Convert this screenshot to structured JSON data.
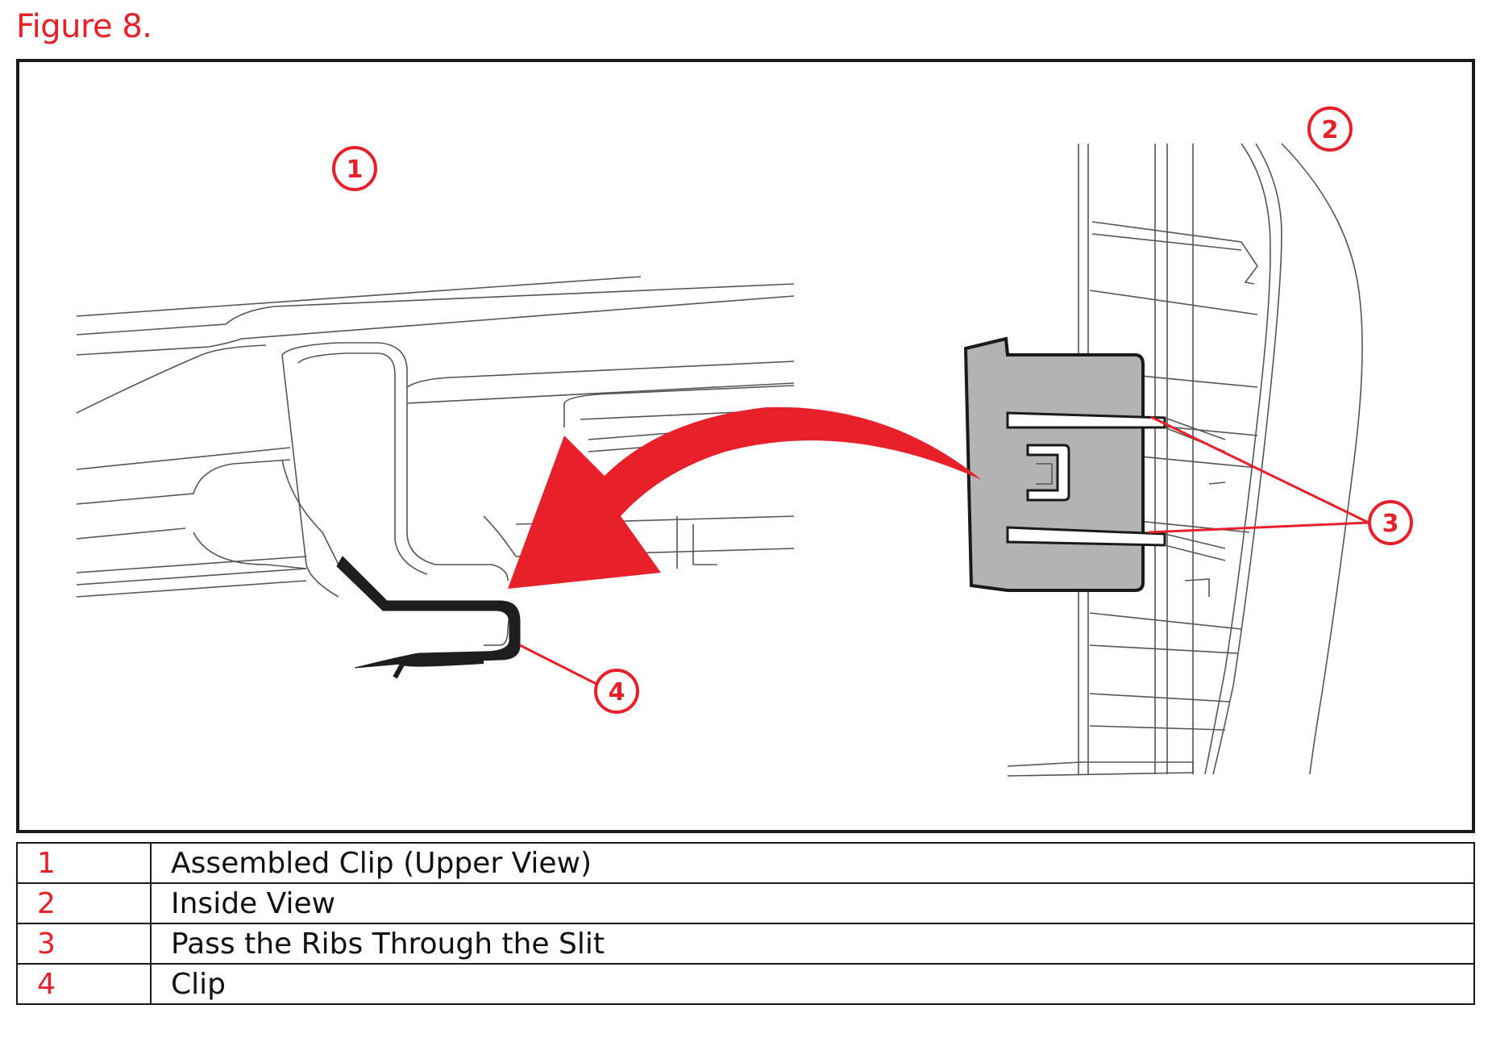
{
  "figure_title": "Figure 8.",
  "callouts": {
    "c1": "1",
    "c2": "2",
    "c3": "3",
    "c4": "4"
  },
  "legend": [
    {
      "num": "1",
      "text": "Assembled Clip (Upper View)"
    },
    {
      "num": "2",
      "text": "Inside View"
    },
    {
      "num": "3",
      "text": "Pass the Ribs Through the Slit"
    },
    {
      "num": "4",
      "text": "Clip"
    }
  ],
  "colors": {
    "accent": "#e8202a",
    "line": "#1a1a1a",
    "clip_fill": "#b3b3b3"
  }
}
